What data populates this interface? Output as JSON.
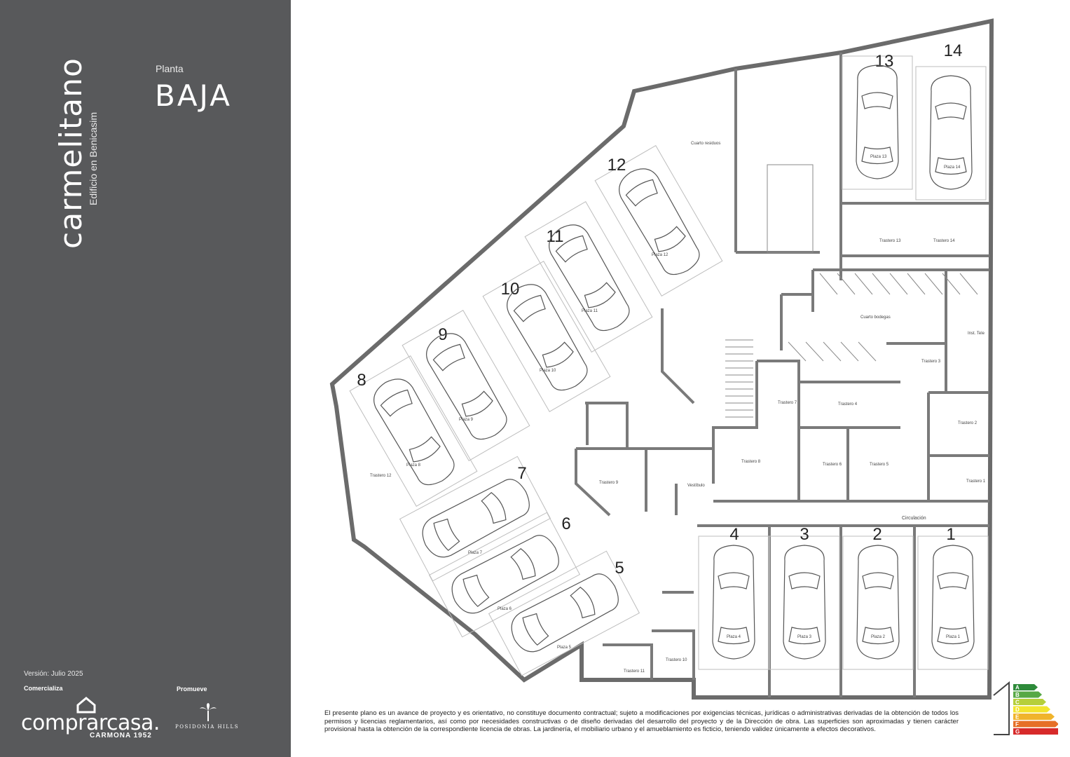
{
  "sidebar": {
    "brand_name": "carmelitano",
    "brand_subtitle": "Edificio en Benicasim",
    "floor_label": "Planta",
    "floor_name": "BAJA",
    "version": "Versión:  Julio 2025",
    "sold_by_label": "Comercializa",
    "promoter_label": "Promueve",
    "agency_name": "comprarcasa.",
    "agency_sub": "CARMONA 1952",
    "promoter_name": "POSIDONIA HILLS"
  },
  "plan": {
    "spots": [
      {
        "number": "1",
        "label": "Plaza 1"
      },
      {
        "number": "2",
        "label": "Plaza 2"
      },
      {
        "number": "3",
        "label": "Plaza 3"
      },
      {
        "number": "4",
        "label": "Plaza 4"
      },
      {
        "number": "5",
        "label": "Plaza 5"
      },
      {
        "number": "6",
        "label": "Plaza 6"
      },
      {
        "number": "7",
        "label": "Plaza 7"
      },
      {
        "number": "8",
        "label": "Plaza 8"
      },
      {
        "number": "9",
        "label": "Plaza 9"
      },
      {
        "number": "10",
        "label": "Plaza 10"
      },
      {
        "number": "11",
        "label": "Plaza 11"
      },
      {
        "number": "12",
        "label": "Plaza 12"
      },
      {
        "number": "13",
        "label": "Plaza 13"
      },
      {
        "number": "14",
        "label": "Plaza 14"
      }
    ],
    "rooms": {
      "circulacion": "Circulación",
      "vestibulo": "Vestíbulo",
      "cuarto_bodegas": "Cuarto bodegas",
      "cuarto_residuos": "Cuarto residuos",
      "instalaciones": "Inst. Tele",
      "trastero_1": "Trastero 1",
      "trastero_2": "Trastero 2",
      "trastero_3": "Trastero 3",
      "trastero_4": "Trastero 4",
      "trastero_5": "Trastero 5",
      "trastero_6": "Trastero 6",
      "trastero_7": "Trastero 7",
      "trastero_8": "Trastero 8",
      "trastero_9": "Trastero 9",
      "trastero_10": "Trastero 10",
      "trastero_11": "Trastero 11",
      "trastero_12": "Trastero 12",
      "trastero_13": "Trastero 13",
      "trastero_14": "Trastero 14"
    }
  },
  "disclaimer": "El presente plano es un avance de proyecto y es orientativo, no constituye documento contractual; sujeto a modificaciones por exigencias técnicas, jurídicas o administrativas derivadas de la obtención de todos los permisos y licencias reglamentarios, así como por necesidades constructivas o de diseño derivadas del desarrollo del proyecto y de la Dirección de obra. Las superficies son aproximadas y tienen carácter provisional hasta la obtención de la correspondiente licencia de obras. La jardinería, el mobiliario urbano y el amueblamiento es ficticio, teniendo validez únicamente a efectos decorativos.",
  "energy": {
    "classes": [
      "A",
      "B",
      "C",
      "D",
      "E",
      "F",
      "G"
    ],
    "colors": [
      "#2e8b3a",
      "#57a845",
      "#b5cf3a",
      "#f2e52e",
      "#f0b42c",
      "#e66f27",
      "#d72a2a"
    ]
  },
  "colors": {
    "sidebar": "#58595b",
    "walls": "#6b6b6b"
  }
}
